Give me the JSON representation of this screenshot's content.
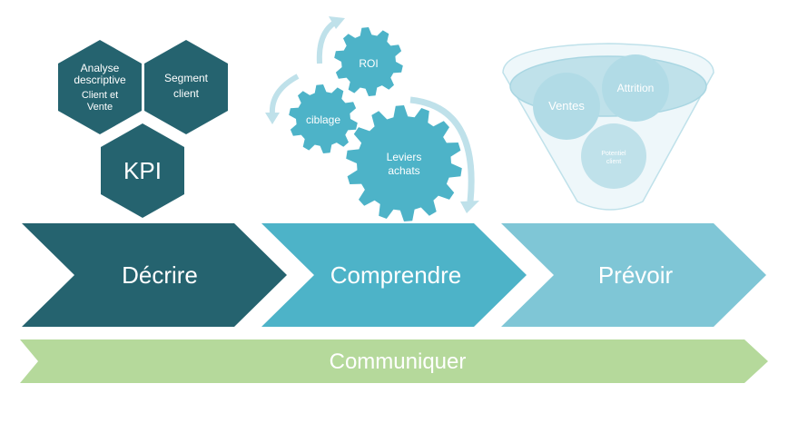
{
  "colors": {
    "dark_teal": "#25636f",
    "mid_teal": "#4db3c8",
    "light_teal": "#7fc6d6",
    "pale_teal": "#bfe1ea",
    "green": "#b5d99b",
    "white": "#ffffff"
  },
  "hexagons": {
    "analyse": {
      "line1": "Analyse",
      "line2": "descriptive",
      "line3": "Client et",
      "line4": "Vente"
    },
    "segment": {
      "line1": "Segment",
      "line2": "client"
    },
    "kpi": {
      "label": "KPI"
    }
  },
  "gears": {
    "roi": "ROI",
    "ciblage": "ciblage",
    "leviers": {
      "line1": "Leviers",
      "line2": "achats"
    }
  },
  "funnel": {
    "ventes": "Ventes",
    "attrition": "Attrition",
    "potentiel": {
      "line1": "Potentiel",
      "line2": "client"
    }
  },
  "stages": {
    "decrire": "Décrire",
    "comprendre": "Comprendre",
    "prevoir": "Prévoir"
  },
  "bottom_bar": {
    "label": "Communiquer"
  }
}
